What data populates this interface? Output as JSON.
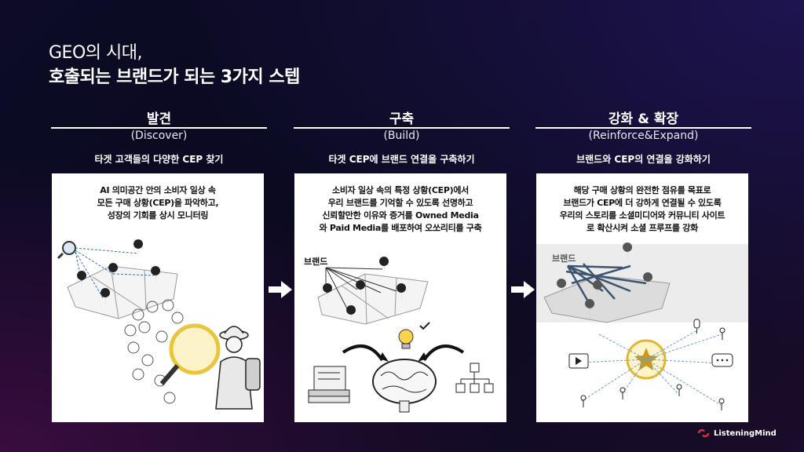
{
  "title": {
    "line1": "GEO의 시대,",
    "line2": "호출되는 브랜드가 되는 3가지 스텝"
  },
  "steps": [
    {
      "name": "발견",
      "name_en": "(Discover)",
      "subtitle": "타겟 고객들의 다양한 CEP 찾기",
      "desc": [
        "AI 의미공간 안의 소비자 일상 속",
        "모든 구매 상황(CEP)을 파악하고,",
        "성장의 기회를 상시 모니터링"
      ]
    },
    {
      "name": "구축",
      "name_en": "(Build)",
      "subtitle": "타겟 CEP에 브랜드 연결을 구축하기",
      "desc": [
        "소비자 일상 속의 특정 상황(CEP)에서",
        "우리 브랜드를 기억할 수 있도록 선명하고",
        "신뢰할만한 이유와 증거를 Owned Media",
        "와 Paid Media를 배포하여 오쏘리티를 구축"
      ],
      "brand_label": "브랜드"
    },
    {
      "name": "강화 & 확장",
      "name_en": "(Reinforce&Expand)",
      "subtitle": "브랜드와 CEP의 연결을 강화하기",
      "desc": [
        "해당 구매 상황의 완전한 점유를 목표로",
        "브랜드가 CEP에 더 강하게 연결될 수 있도록",
        "우리의 스토리를 소셜미디어와 커뮤니티 사이트",
        "로 확산시켜 소셜 프루프를 강화"
      ],
      "brand_label": "브랜드"
    }
  ],
  "footer": {
    "logo_text": "ListeningMind",
    "logo_color": "#e0303a"
  },
  "icons": [
    "magnifier-icon",
    "map-pin-icon",
    "arrow-right-icon",
    "lightbulb-icon",
    "brain-icon",
    "document-icon",
    "hierarchy-icon",
    "star-icon",
    "video-icon",
    "chat-icon",
    "microphone-icon",
    "person-icon"
  ]
}
